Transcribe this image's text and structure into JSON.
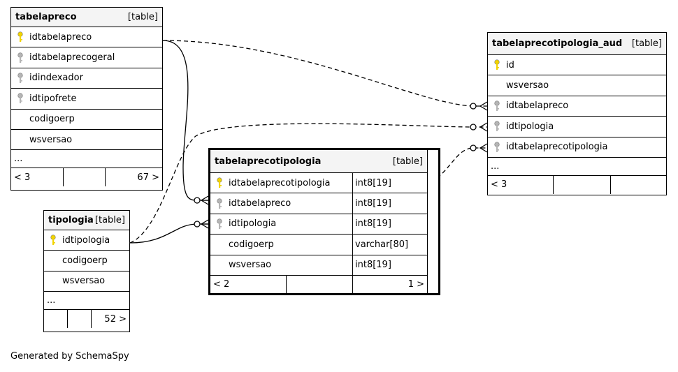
{
  "tables": {
    "tabelapreco": {
      "name": "tabelapreco",
      "type": "[table]",
      "columns": [
        {
          "name": "idtabelapreco",
          "key": "primary"
        },
        {
          "name": "idtabelaprecogeral",
          "key": "foreign"
        },
        {
          "name": "idindexador",
          "key": "foreign"
        },
        {
          "name": "idtipofrete",
          "key": "foreign"
        },
        {
          "name": "codigoerp",
          "key": "none"
        },
        {
          "name": "wsversao",
          "key": "none"
        }
      ],
      "more": "...",
      "parents": "< 3",
      "children": "67 >"
    },
    "tipologia": {
      "name": "tipologia",
      "type": "[table]",
      "columns": [
        {
          "name": "idtipologia",
          "key": "primary"
        },
        {
          "name": "codigoerp",
          "key": "none"
        },
        {
          "name": "wsversao",
          "key": "none"
        }
      ],
      "more": "...",
      "parents": "",
      "children": "52 >"
    },
    "tabelaprecotipologia": {
      "name": "tabelaprecotipologia",
      "type": "[table]",
      "columns": [
        {
          "name": "idtabelaprecotipologia",
          "key": "primary",
          "dtype": "int8[19]"
        },
        {
          "name": "idtabelapreco",
          "key": "foreign",
          "dtype": "int8[19]"
        },
        {
          "name": "idtipologia",
          "key": "foreign",
          "dtype": "int8[19]"
        },
        {
          "name": "codigoerp",
          "key": "none",
          "dtype": "varchar[80]"
        },
        {
          "name": "wsversao",
          "key": "none",
          "dtype": "int8[19]"
        }
      ],
      "parents": "< 2",
      "children": "1 >"
    },
    "tabelaprecotipologia_aud": {
      "name": "tabelaprecotipologia_aud",
      "type": "[table]",
      "columns": [
        {
          "name": "id",
          "key": "primary"
        },
        {
          "name": "wsversao",
          "key": "none"
        },
        {
          "name": "idtabelapreco",
          "key": "foreign"
        },
        {
          "name": "idtipologia",
          "key": "foreign"
        },
        {
          "name": "idtabelaprecotipologia",
          "key": "foreign"
        }
      ],
      "more": "...",
      "parents": "< 3",
      "children": ""
    }
  },
  "icons": {
    "primary": "key-icon-gold",
    "foreign": "key-icon-gray"
  },
  "colors": {
    "primary_key": "#f2d400",
    "foreign_key": "#b5b5b5",
    "header_bg": "#f4f4f4"
  },
  "credit": "Generated by SchemaSpy"
}
